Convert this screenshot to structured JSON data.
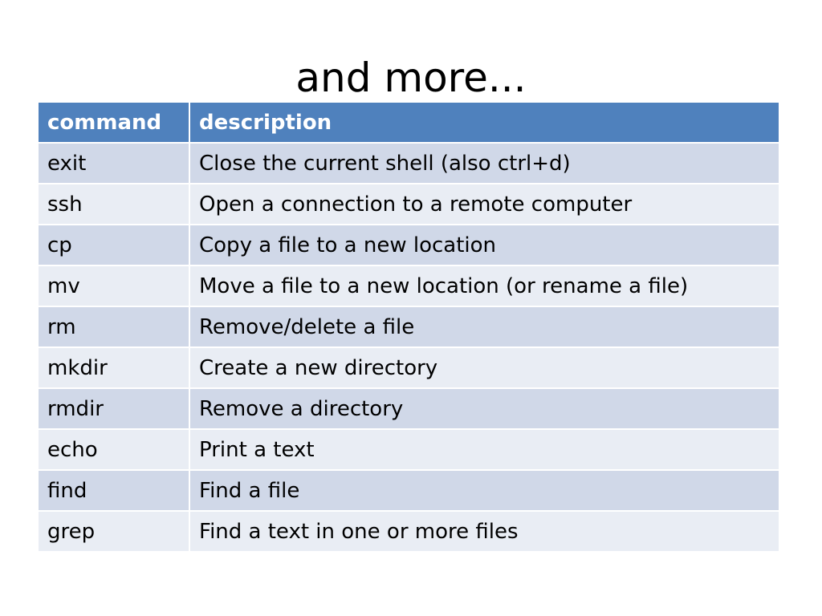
{
  "slide": {
    "title": "and more..."
  },
  "colors": {
    "header_bg": "#4f81bd",
    "row_dark": "#d0d8e8",
    "row_light": "#e9edf4"
  },
  "table": {
    "headers": [
      "command",
      "description"
    ],
    "rows": [
      [
        "exit",
        "Close the current shell (also ctrl+d)"
      ],
      [
        "ssh",
        "Open a connection to a remote computer"
      ],
      [
        "cp",
        "Copy a file to a new location"
      ],
      [
        "mv",
        "Move a file to a new location (or rename a file)"
      ],
      [
        "rm",
        "Remove/delete a file"
      ],
      [
        "mkdir",
        "Create a new directory"
      ],
      [
        "rmdir",
        "Remove a directory"
      ],
      [
        "echo",
        "Print a text"
      ],
      [
        "find",
        "Find a file"
      ],
      [
        "grep",
        "Find a text in one or more files"
      ]
    ]
  }
}
